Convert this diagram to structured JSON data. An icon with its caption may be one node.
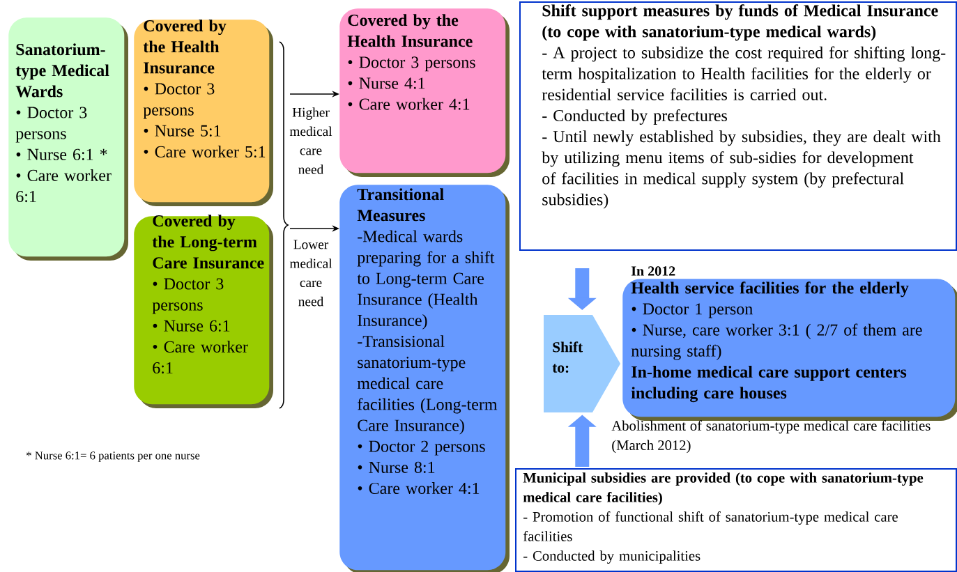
{
  "diagram": {
    "nodes": [
      {
        "text": [
          "Sanatorium-type Medical Wards",
          "• Doctor 3 persons",
          "• Nurse 6:1 *",
          "• Care worker 6:1"
        ]
      },
      {
        "text": [
          "Covered by the Health Insurance",
          "• Doctor 3 persons",
          "• Nurse 5:1",
          "• Care worker 5:1"
        ]
      },
      {
        "text": [
          "Covered by the Long-term Care Insurance",
          "• Doctor 3 persons",
          "• Nurse 6:1",
          "• Care worker 6:1"
        ]
      },
      {
        "text": [
          "Covered by the Health Insurance",
          "• Doctor 3 persons",
          "• Nurse 4:1",
          "• Care worker 4:1"
        ]
      },
      {
        "text": [
          "Transitional Measures",
          "-Medical wards preparing for a shift to Long-term Care Insurance (Health Insurance)",
          "-Transisional sanatorium-type medical care facilities (Long-term Care Insurance)",
          "• Doctor 2 persons",
          "• Nurse 8:1",
          "• Care worker 4:1"
        ]
      },
      {
        "text": [
          "Shift support measures by funds of Medical Insurance (to cope with sanatorium-type medical wards)",
          "- A project to subsidize the cost required for shifting long-term hospitalization to Health facilities for the elderly or residential service facilities is carried out.",
          "- Conducted by prefectures",
          "- Until newly established by subsidies, they are dealt with by utilizing menu items of sub-sidies for development of facilities in medical supply system (by prefectural subsidies)"
        ]
      },
      {
        "text": [
          "Shift to:"
        ]
      },
      {
        "text": [
          "Health service facilities for the elderly",
          "• Doctor 1 person",
          "• Nurse, care worker 3:1 ( 2/7 of them are nursing staff)",
          "In-home medical care support centers including care houses"
        ],
        "beside": [
          "In 2012",
          "Abolishment of sanatorium-type medical care facilities (March 2012)"
        ]
      },
      {
        "text": [
          "Municipal subsidies are provided (to cope with sanatorium-type medical care facilities)",
          "- Promotion of functional shift of sanatorium-type medical care facilities",
          "- Conducted by municipalities"
        ]
      }
    ],
    "edges": [
      {
        "from": null,
        "to": 3,
        "arrow": "to",
        "label": "Higher medical care need"
      },
      {
        "from": null,
        "to": 4,
        "arrow": "to",
        "label": "Lower medical care need"
      },
      {
        "from": 5,
        "to": 6,
        "arrow": "to",
        "style": "thick",
        "color": "#6699ff"
      },
      {
        "from": 8,
        "to": 6,
        "arrow": "to",
        "style": "thick",
        "color": "#6699ff"
      }
    ],
    "labels": [
      "* Nurse 6:1= 6 patients per one nurse"
    ]
  }
}
